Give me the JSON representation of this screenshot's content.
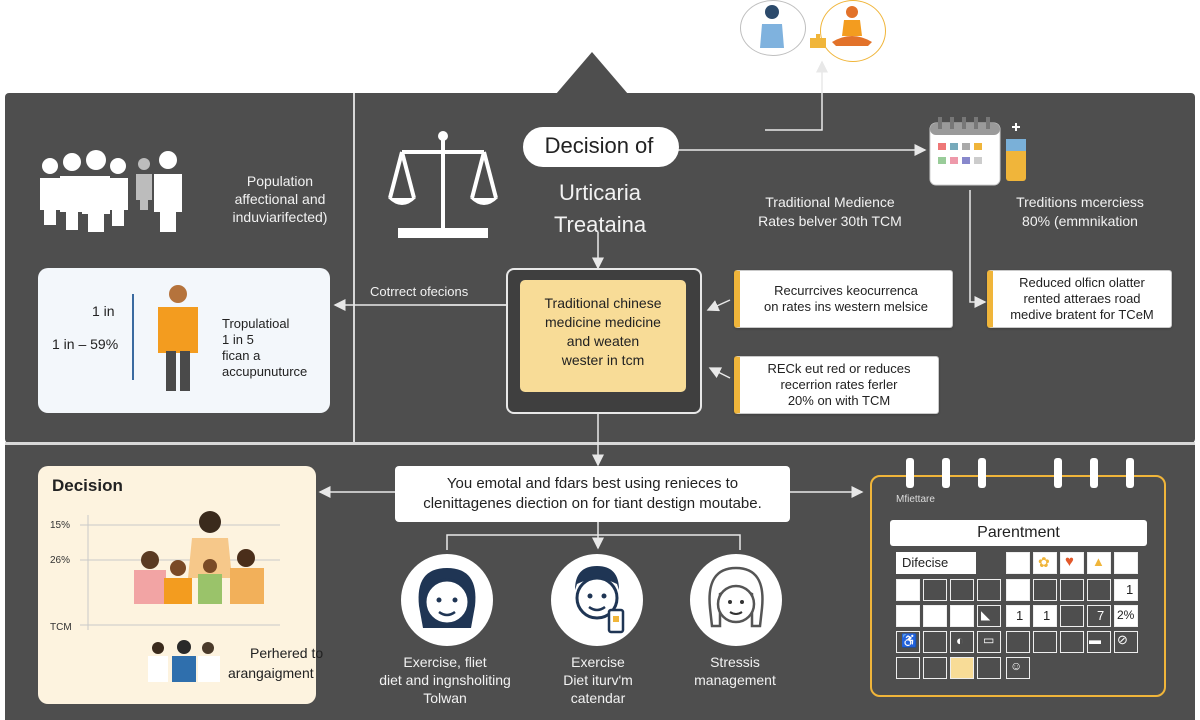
{
  "title": {
    "line1": "Decision of",
    "line2": "Urticaria",
    "line3": "Treataina"
  },
  "population": {
    "line1": "Population",
    "line2": "affectional and",
    "line3": "induviarifected)"
  },
  "stats_card": {
    "left_line1": "1 in",
    "left_line2": "1 in – 59%",
    "right_line1": "Tropulatioal",
    "right_line2": "1 in 5",
    "right_line3": "fican a",
    "right_line4": "accupunuturce"
  },
  "correct_label": "Cotrrect ofecions",
  "center_box": {
    "line1": "Traditional chinese",
    "line2": "medicine medicine",
    "line3": "and weaten",
    "line4": "wester in tcm"
  },
  "trad_med_label": {
    "line1": "Traditional Medience",
    "line2": "Rates belver 30th TCM"
  },
  "trad_merc_label": {
    "line1": "Treditions mcerciess",
    "line2": "80% (emmnikation"
  },
  "box_recurr": {
    "line1": "Recurrcives keocurrenca",
    "line2": "on rates ins western melsice"
  },
  "box_reduced": {
    "line1": "Reduced olficn olatter",
    "line2": "rented atteraes road",
    "line3": "medive bratent for TCeM"
  },
  "box_reck": {
    "line1": "RECk eut red or reduces",
    "line2": "recerrion rates ferler",
    "line3": "20% on with TCM"
  },
  "banner": {
    "line1": "You emotal and fdars best using renieces to",
    "line2": "clenittagenes diection on for tiant destign moutabe."
  },
  "decision_card": {
    "title": "Decision",
    "tick1": "15%",
    "tick2": "26%",
    "tick3": "TCM",
    "footer_line1": "Perhered to",
    "footer_line2": "arangaigment"
  },
  "faces": [
    {
      "line1": "Exercise, fliet",
      "line2": "diet and ingnsholiting",
      "line3": "Tolwan"
    },
    {
      "line1": "Exercise",
      "line2": "Diet iturv'm",
      "line3": "catendar"
    },
    {
      "line1": "Stressis",
      "line2": "management"
    }
  ],
  "calendar": {
    "label": "Mfiettare",
    "header": "Parentment",
    "row_label": "Difecise",
    "n1": "1",
    "n2": "1",
    "n3": "1",
    "n4": "7",
    "n5": "2%"
  },
  "colors": {
    "panel": "#4e4e4e",
    "accent_yellow": "#f0b53a",
    "center_fill": "#f8dc97",
    "orange": "#f39c1f",
    "card_cream": "#fdf3df"
  }
}
